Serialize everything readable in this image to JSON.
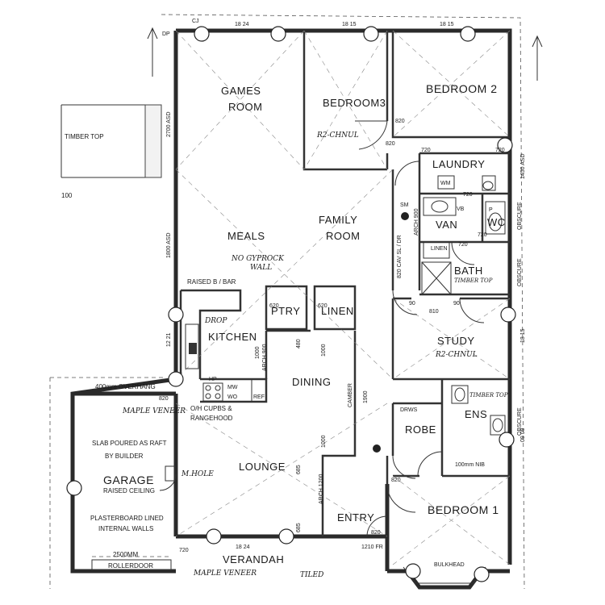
{
  "rooms": {
    "games_room_1": "GAMES",
    "games_room_2": "ROOM",
    "bedroom3": "BEDROOM3",
    "bedroom2": "BEDROOM 2",
    "laundry": "LAUNDRY",
    "van": "VAN",
    "wc": "WC",
    "bath": "BATH",
    "meals": "MEALS",
    "family_1": "FAMILY",
    "family_2": "ROOM",
    "kitchen": "KITCHEN",
    "ptry": "PTRY",
    "linen_cup": "LINEN",
    "study": "STUDY",
    "dining": "DINING",
    "ens": "ENS",
    "robe": "ROBE",
    "garage": "GARAGE",
    "lounge": "LOUNGE",
    "entry": "ENTRY",
    "bedroom1": "BEDROOM 1",
    "verandah": "VERANDAH"
  },
  "labels": {
    "timber_top": "TIMBER TOP",
    "left_100": "100",
    "raised_bar": "RAISED B / BAR",
    "overhang": "400mm OVERHANG",
    "cupbs": "O/H CUPBS &",
    "rangehood": "RANGEHOOD",
    "slab_1": "SLAB POURED AS RAFT",
    "slab_2": "BY BUILDER",
    "raised_ceiling": "RAISED CEILING",
    "plaster_1": "PLASTERBOARD LINED",
    "plaster_2": "INTERNAL WALLS",
    "rollerdoor_w": "2500MM",
    "rollerdoor": "ROLLERDOOR",
    "bulkhead": "BULKHEAD",
    "cav_sl": "820 CAV SL / DR",
    "camber": "CAMBER",
    "nib": "100mm NIB",
    "fr": "1210 FR",
    "drws": "DRWS",
    "linen_small": "LINEN",
    "hp": "HP",
    "mw": "MW",
    "wo": "WO",
    "ref": "REF",
    "wm": "WM",
    "vb": "VB",
    "p": "P",
    "dp": "DP",
    "sm": "SM",
    "cj": "CJ"
  },
  "dimensions": {
    "top_1824": "18 24",
    "top_1815a": "18 15",
    "top_1815b": "18 15",
    "asd_2700": "2700 ASD",
    "asd_1800": "1800 ASD",
    "asd_1450": "1450 ASD",
    "d820a": "820",
    "d820b": "820",
    "d720a": "720",
    "d720b": "720",
    "d720c": "720",
    "d720d": "720",
    "d720e": "720",
    "d620a": "620",
    "d620b": "620",
    "d480": "480",
    "d1000a": "1000",
    "d1000b": "1000",
    "d1000c": "1000",
    "d1900": "1900",
    "arch900a": "ARCH 900",
    "arch900b": "ARCH 900",
    "arch1200": "ARCH 1200",
    "d685a": "685",
    "d685b": "685",
    "d810": "810",
    "d90a": "90",
    "d90b": "90",
    "d1221": "12 21",
    "right_1815": "18 15",
    "right_0909": "09 09",
    "obscure_1": "OBSCURE",
    "obscure_2": "OBSCURE",
    "obscure_3": "OBSCURE",
    "bottom_1824": "18 24",
    "d820c": "820",
    "d820d": "820",
    "d820e": "820",
    "d720f": "720"
  },
  "annotations": {
    "r2_bed3": "R2-CHNUL",
    "no_gyprock_1": "NO GYPROCK",
    "no_gyprock_2": "WALL",
    "drop_kitchen": "DROP",
    "maple_veneer_1": "MAPLE VENEER",
    "maple_veneer_2": "MAPLE VENEER",
    "r2_study": "R2-CHNUL",
    "hole": "M.HOLE",
    "tiled": "TILED",
    "timber_top_bath": "TIMBER TOP",
    "timber_top_ens": "TIMBER TOP"
  }
}
